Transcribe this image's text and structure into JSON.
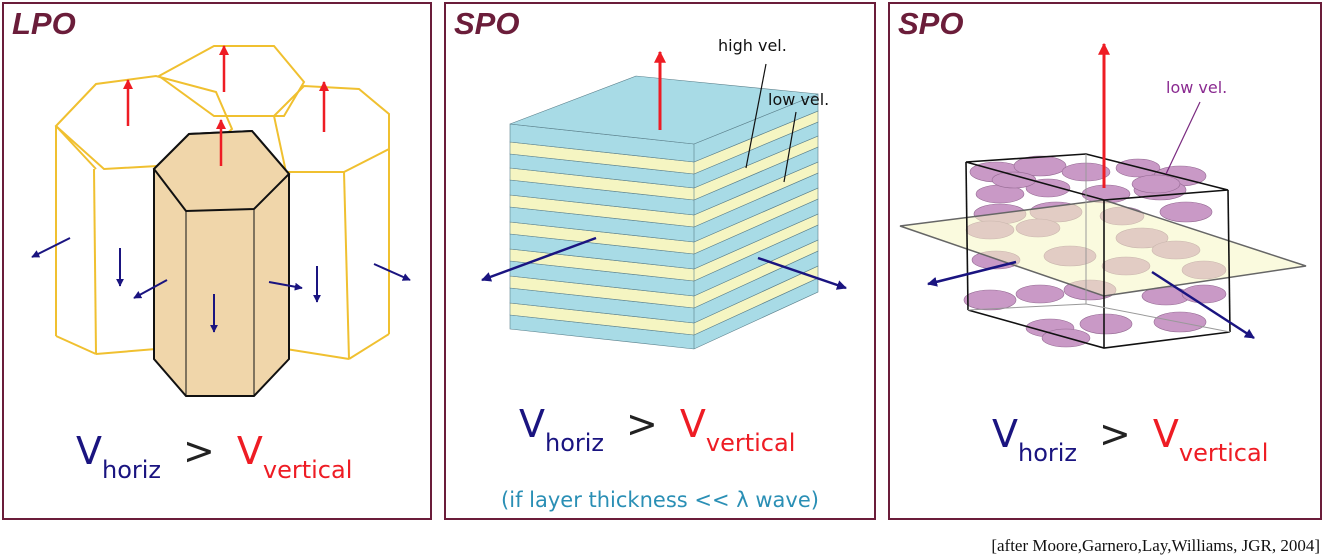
{
  "panels": [
    {
      "title": "LPO",
      "eq": {
        "v1": "V",
        "s1": "horiz",
        "gt": ">",
        "v2": "V",
        "s2": "vertical"
      }
    },
    {
      "title": "SPO",
      "eq": {
        "v1": "V",
        "s1": "horiz",
        "gt": ">",
        "v2": "V",
        "s2": "vertical"
      },
      "labels": {
        "high": "high vel.",
        "low": "low vel."
      },
      "note": "(if layer thickness << λ wave)"
    },
    {
      "title": "SPO",
      "eq": {
        "v1": "V",
        "s1": "horiz",
        "gt": ">",
        "v2": "V",
        "s2": "vertical"
      },
      "labels": {
        "low": "low vel."
      }
    }
  ],
  "citation": "[after Moore,Garnero,Lay,Williams, JGR, 2004]",
  "colors": {
    "frame": "#6b1d3a",
    "vertical": "#ee1c24",
    "horizontal": "#1a1480",
    "hex_outline": "#f0c030",
    "crystal_fill": "#f0d6aa",
    "layer_blue": "#a8dbe6",
    "layer_yellow": "#f5f5c2",
    "inclusion": "#c48fc0"
  }
}
